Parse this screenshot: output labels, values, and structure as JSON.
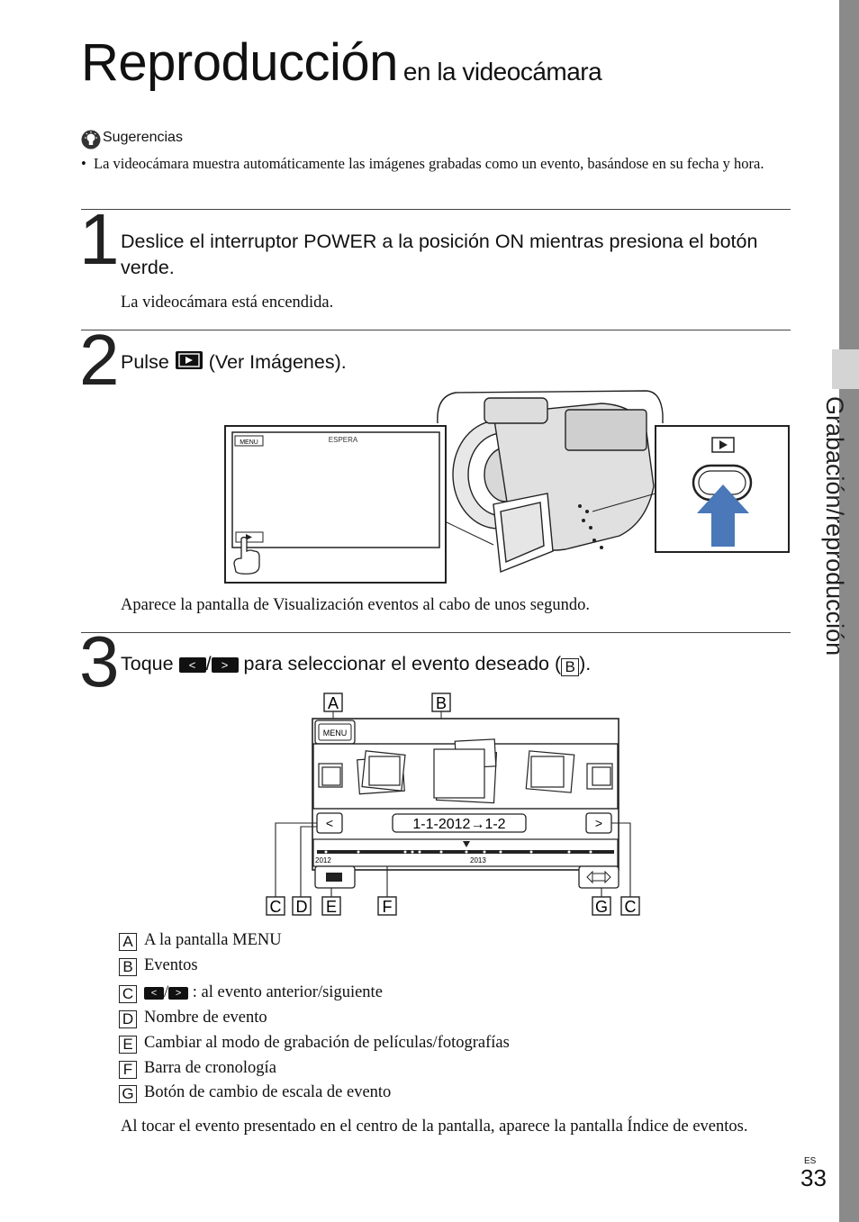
{
  "title": {
    "main": "Reproducción",
    "sub": "en la videocámara"
  },
  "sidebar": {
    "section": "Grabación/reproducción"
  },
  "tips": {
    "label": "Sugerencias",
    "bullet": "La videocámara muestra automáticamente las imágenes grabadas como un evento, basándose en su fecha y hora."
  },
  "steps": [
    {
      "number": "1",
      "heading": "Deslice el interruptor POWER a la posición ON mientras presiona el botón verde.",
      "body": "La videocámara está encendida."
    },
    {
      "number": "2",
      "heading_pre": "Pulse",
      "heading_post": "(Ver Imágenes).",
      "body": "Aparece la pantalla de Visualización eventos al cabo de unos segundo."
    },
    {
      "number": "3",
      "heading_pre": "Toque",
      "heading_mid": "para seleccionar el evento deseado (",
      "heading_ref": "B",
      "heading_post": ")."
    }
  ],
  "camera_screen": {
    "menu_label": "MENU",
    "status": "ESPERA"
  },
  "event_screen": {
    "menu_label": "MENU",
    "event_name": "1-1-2012→1-2",
    "timeline_labels": [
      "2012",
      "2013"
    ],
    "callouts_top": [
      "A",
      "B"
    ],
    "callouts_bottom": [
      "C",
      "D",
      "E",
      "F",
      "G",
      "C"
    ]
  },
  "legend": [
    {
      "key": "A",
      "text": "A la pantalla MENU"
    },
    {
      "key": "B",
      "text": "Eventos"
    },
    {
      "key": "C",
      "text": ": al evento anterior/siguiente"
    },
    {
      "key": "D",
      "text": "Nombre de evento"
    },
    {
      "key": "E",
      "text": "Cambiar al modo de grabación de películas/fotografías"
    },
    {
      "key": "F",
      "text": "Barra de cronología"
    },
    {
      "key": "G",
      "text": "Botón de cambio de escala de evento"
    }
  ],
  "footer_note": "Al tocar el evento presentado en el centro de la pantalla, aparece la pantalla Índice de eventos.",
  "page": {
    "lang": "ES",
    "number": "33"
  },
  "colors": {
    "sidebar": "#8a8a8a",
    "tab": "#d4d4d4",
    "arrow": "#4a78b8"
  }
}
